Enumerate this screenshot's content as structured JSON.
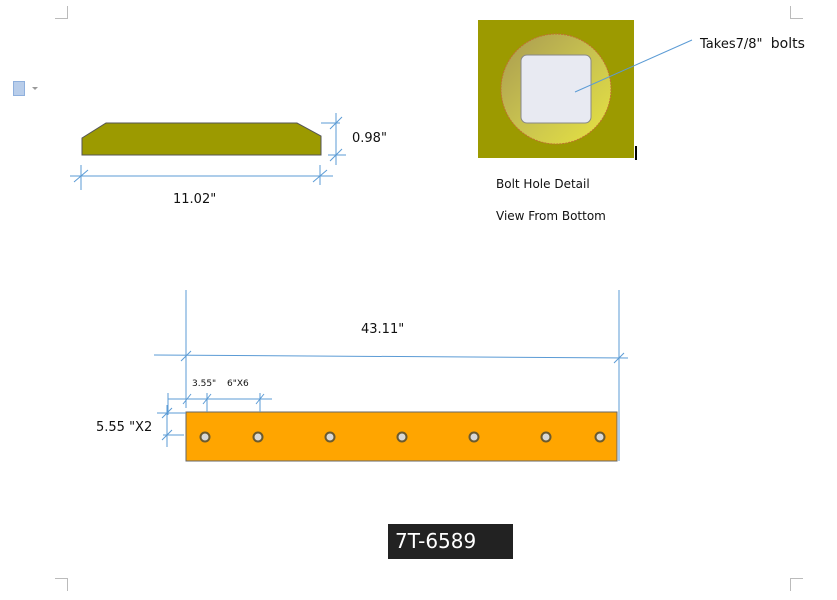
{
  "side_view": {
    "length_label": "11.02\"",
    "height_label": "0.98\""
  },
  "bolt_detail": {
    "callout": "Takes7/8\"",
    "callout_unit": "bolts",
    "caption_1": "Bolt Hole Detail",
    "caption_2": "View From Bottom"
  },
  "top_view": {
    "overall_length": "43.11\"",
    "first_hole": "3.55\"",
    "spacing": "6\"X6",
    "edge_offset": "5.55 \"X2",
    "hole_count": 7
  },
  "part_number": "7T-6589",
  "colors": {
    "side_fill": "#9c9a00",
    "bar_fill": "#ffa500",
    "dim_line": "#5b9bd5",
    "badge_bg": "#222222"
  }
}
